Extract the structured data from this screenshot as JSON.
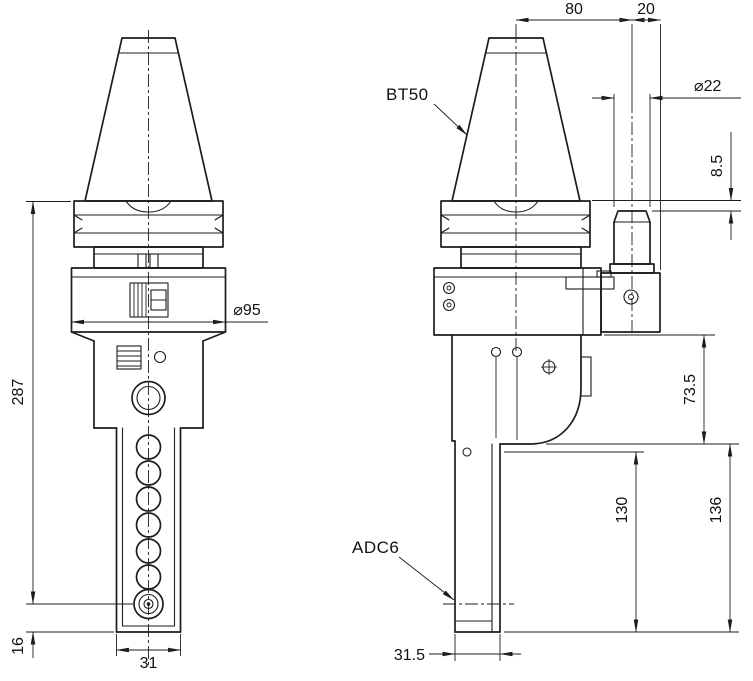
{
  "drawing": {
    "labels": {
      "taper": "BT50",
      "tool_interface": "ADC6"
    },
    "front_view": {
      "overall_height": "287",
      "bottom_hole_offset": "16",
      "arm_width": "31",
      "flange_diameter": "⌀95"
    },
    "side_view": {
      "spindle_offset": "80",
      "overhang": "20",
      "output_diameter": "⌀22",
      "step_height": "8.5",
      "head_height": "73.5",
      "arm_length": "130",
      "total_drop": "136",
      "arm_depth": "31.5"
    },
    "colors": {
      "line": "#1d1d1d",
      "background": "#ffffff"
    }
  }
}
